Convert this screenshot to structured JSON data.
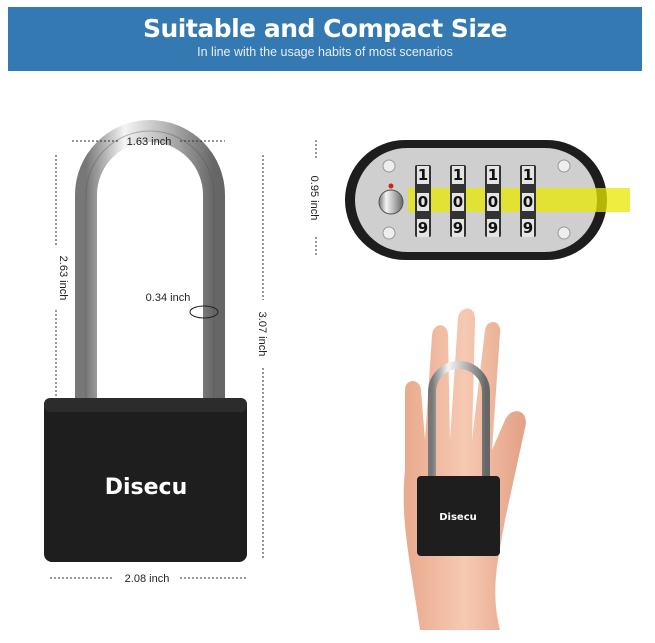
{
  "banner": {
    "title": "Suitable and Compact Size",
    "subtitle": "In line with the usage habits of most scenarios",
    "color": "#3479b2"
  },
  "dimensions": {
    "shackle_width": "1.63 inch",
    "shackle_height": "2.63 inch",
    "shackle_diameter": "0.34 inch",
    "total_height": "3.07 inch",
    "body_width": "2.08 inch",
    "dial_height": "0.95 inch"
  },
  "product": {
    "brand": "Disecu",
    "dial_digits_top": [
      "1",
      "1",
      "1",
      "1"
    ],
    "dial_digits_middle": [
      "0",
      "0",
      "0",
      "0"
    ],
    "dial_digits_bottom": [
      "9",
      "9",
      "9",
      "9"
    ],
    "highlight_color": "#e8e800"
  }
}
